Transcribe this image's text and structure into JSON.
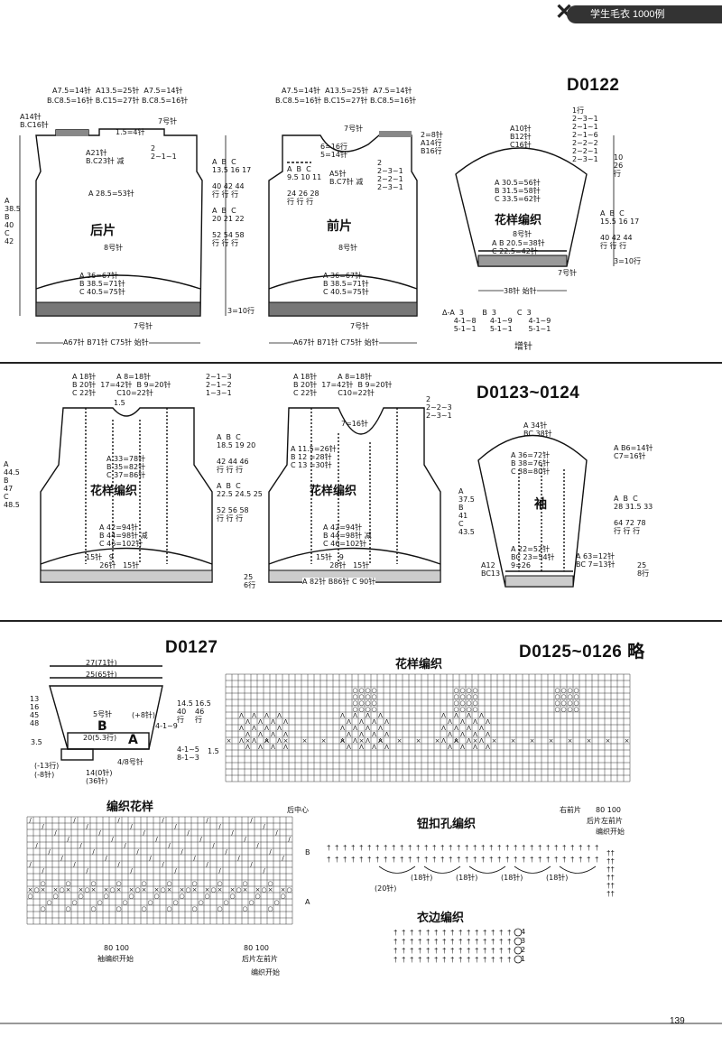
{
  "header": {
    "book_title": "学生毛衣 1000例",
    "page_number": "139"
  },
  "sections": {
    "d0122": {
      "code": "D0122",
      "back_title": "后片",
      "front_title": "前片",
      "sleeve_pattern": "花样编织",
      "needle8": "8号针",
      "needle7": "7号针",
      "back_top_a": "A7.5=14针  A13.5=25针  A7.5=14针",
      "back_top_bc": "B.C8.5=16针 B.C15=27针 B.C8.5=16针",
      "front_top_a": "A7.5=14针  A13.5=25针  A7.5=14针",
      "front_top_bc": "B.C8.5=16针 B.C15=27针 B.C8.5=16针",
      "back_left_marks": "A14针\nB.C16针",
      "back_rib_note": "1.5=4针",
      "back_dec_note": "A21针\nB.C23针 减",
      "back_dec_rows": "2\n2~1~1",
      "back_mid": "A 28.5=53针",
      "back_height": "A\n38.5\nB\n40\nC\n42",
      "back_bottom": "A 36=67针\nB 38.5=71针\nC 40.5=75针",
      "back_cast": "A67针 B71针 C75针 始针",
      "back_side_rows": "A  B  C\n13.5 16 17\n\n40 42 44\n行 行 行\n\nA  B  C\n20 21 22\n\n52 54 58\n行 行 行",
      "rib_height": "3=10行",
      "front_mid_marks": "A  B  C\n9.5 10 11\n\n24 26 28\n行 行 行",
      "front_neck": "6=16行\n5=14针",
      "front_neck_dec": "A5针\nB.C7针 减",
      "front_neck_rows": "2\n2~3~1\n2~2~1\n2~3~1",
      "front_right": "2=8针\nA14行\nB16行",
      "front_bottom": "A 36=67针\nB 38.5=71针\nC 40.5=75针",
      "front_cast": "A67针 B71针 C75针 始针",
      "sleeve_top": "A10针\nB12针\nC16针",
      "sleeve_cap": "1行\n2~3~1\n2~1~1\n2~1~6\n2~2~2\n2~2~1\n2~3~1",
      "sleeve_mid": "A 30.5=56针\nB 31.5=58针\nC 33.5=62针",
      "sleeve_lower": "A B 20.5=38针\nC 22.5=42针",
      "sleeve_side": "10\n26\n行",
      "sleeve_side2": "A  B  C\n15.5 16 17\n\n40 42 44\n行 行 行",
      "sleeve_rib": "3=10行",
      "sleeve_cast": "38针 始针",
      "increase_label": "增针",
      "increase_table": "Δ-A  3        B  3         C  3\n     4-1~8      4-1~9       4-1~9\n     5-1~1      5-1~1       5-1~1"
    },
    "d0123": {
      "code": "D0123~0124",
      "pattern": "花样编织",
      "sleeve": "袖",
      "back_top": "A 18针         A 8=18针\nB 20针  17=42针  B 9=20针\nC 22针         C10=22针",
      "back_top_rows": "2~1~3\n2~1~2\n1~3~1",
      "back_15": "1.5",
      "back_side": "A 33=78针\nB 35=82针\nC 37=86针",
      "back_heights": "A\n44.5\nB\n47\nC\n48.5",
      "back_bottom": "A 42=94针\nB 44=98针 减\nC 46=102针",
      "back_dims": "15针   9\n      26针   15针",
      "back_cols": "A  B  C\n18.5 19 20\n\n42 44 46\n行 行 行\n\nA  B  C\n22.5 24.5 25\n\n52 56 58\n行 行 行",
      "rib": "25\n6行",
      "front_top": "A 18针         A 8=18针\nB 20针  17=42针  B 9=20针\nC 22针         C10=22针",
      "front_neck": "7=16针",
      "front_neck_rows": "2\n2~2~3\n2~3~1",
      "front_side": "A 11.5=26针\nB 12 =28针\nC 13 =30针",
      "front_bottom": "A 42=94针\nB 44=98针 减\nC 46=102针",
      "front_dims": "15针   9\n      28针   15针",
      "front_cast": "A 82针 B86针 C 90针",
      "sleeve_top": "A 34针\nBC 38针",
      "sleeve_cap": "A 36=72针\nB 38=76针\nC 38=80针",
      "sleeve_right": "A B6=14针\nC7=16针",
      "sleeve_heights": "A\n37.5\nB\n41\nC\n43.5",
      "sleeve_cols": "A  B  C\n28 31.5 33\n\n64 72 78\n行 行 行",
      "sleeve_bottom": "A 22=52针\nBC 23=54针\n9=26",
      "sleeve_inc": "A 63=12针\nBC 7=13针",
      "sleeve_lowleft": "A12\nBC13",
      "sleeve_rib": "25\n8行"
    },
    "d0127": {
      "code": "D0127",
      "top_width": "27(71针)",
      "inner_width": "25(65针)",
      "needle5": "5号针",
      "letter_b": "B",
      "letter_a": "A",
      "plus8": "(+8针)",
      "needle4": "4/8号针",
      "rows_right": "14.5\n40\n行",
      "rows_right2": "16.5\n46\n行",
      "inc_rows": "4-1~9",
      "mid_note": "20(5.3行)",
      "left_marks": "13\n16\n45\n48",
      "left_35": "3.5",
      "low_marks": "(-13行)",
      "low_marks2": "(-8针)",
      "bottom_w": "14(0针)\n(36针)",
      "table_small": "4-1~5\n8-1~3",
      "side_15": "1.5"
    },
    "d0125": {
      "code": "D0125~0126 略",
      "pattern_title": "花样编织",
      "knit_pattern_title": "编织花样",
      "buttonhole_title": "钮扣孔编织",
      "edge_title": "衣边编织",
      "back_center": "后中心",
      "right_front": "右前片",
      "left_front": "后片左前片",
      "start_label": "编织开始",
      "sleeve_start": "袖编织开始",
      "back_left_front": "后片左前片",
      "knit_start": "编织开始",
      "count_80_100": "80 100",
      "ab_a": "A",
      "ab_b": "B",
      "edge_rows": [
        "4",
        "3",
        "2",
        "1"
      ],
      "buttonhole_counts": [
        "(18针)",
        "(18针)",
        "(18针)",
        "(18针)",
        "(20针)"
      ]
    }
  }
}
